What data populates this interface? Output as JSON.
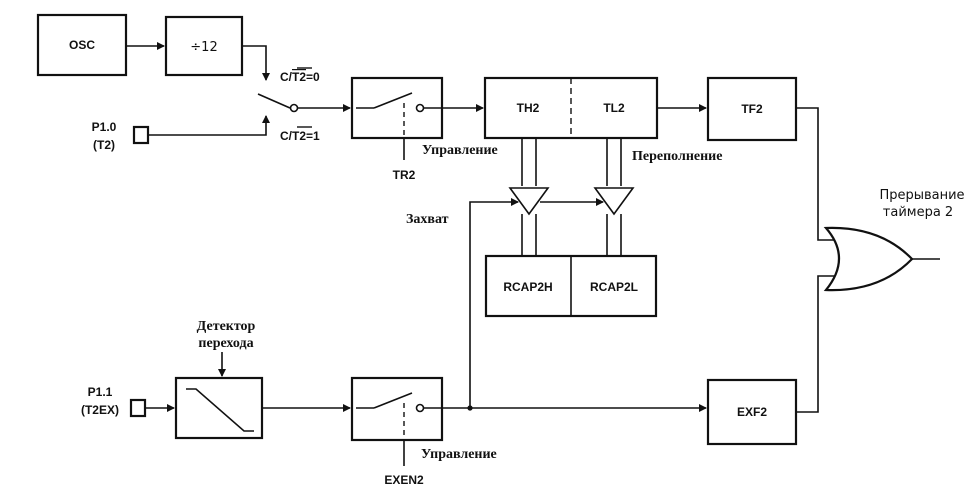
{
  "blocks": {
    "osc": "OSC",
    "divider": "÷12",
    "th2": "TH2",
    "tl2": "TL2",
    "tf2": "TF2",
    "rcap2h": "RCAP2H",
    "rcap2l": "RCAP2L",
    "exf2": "EXF2"
  },
  "pins": {
    "p10_name": "P1.0",
    "p10_alt": "(T2)",
    "p11_name": "P1.1",
    "p11_alt": "(T2EX)"
  },
  "mux": {
    "ct2_zero_prefix": "C/",
    "ct2_zero_bar": "T2",
    "ct2_zero_suffix": "=0",
    "ct2_one_prefix": "C/",
    "ct2_one_bar": "T2",
    "ct2_one_suffix": "=1"
  },
  "labels": {
    "tr2": "TR2",
    "control_top": "Управление",
    "overflow": "Переполнение",
    "capture": "Захват",
    "detector_line1": "Детектор",
    "detector_line2": "перехода",
    "exen2": "EXEN2",
    "control_bottom": "Управление",
    "interrupt_line1": "Прерывание",
    "interrupt_line2": "таймера 2"
  }
}
